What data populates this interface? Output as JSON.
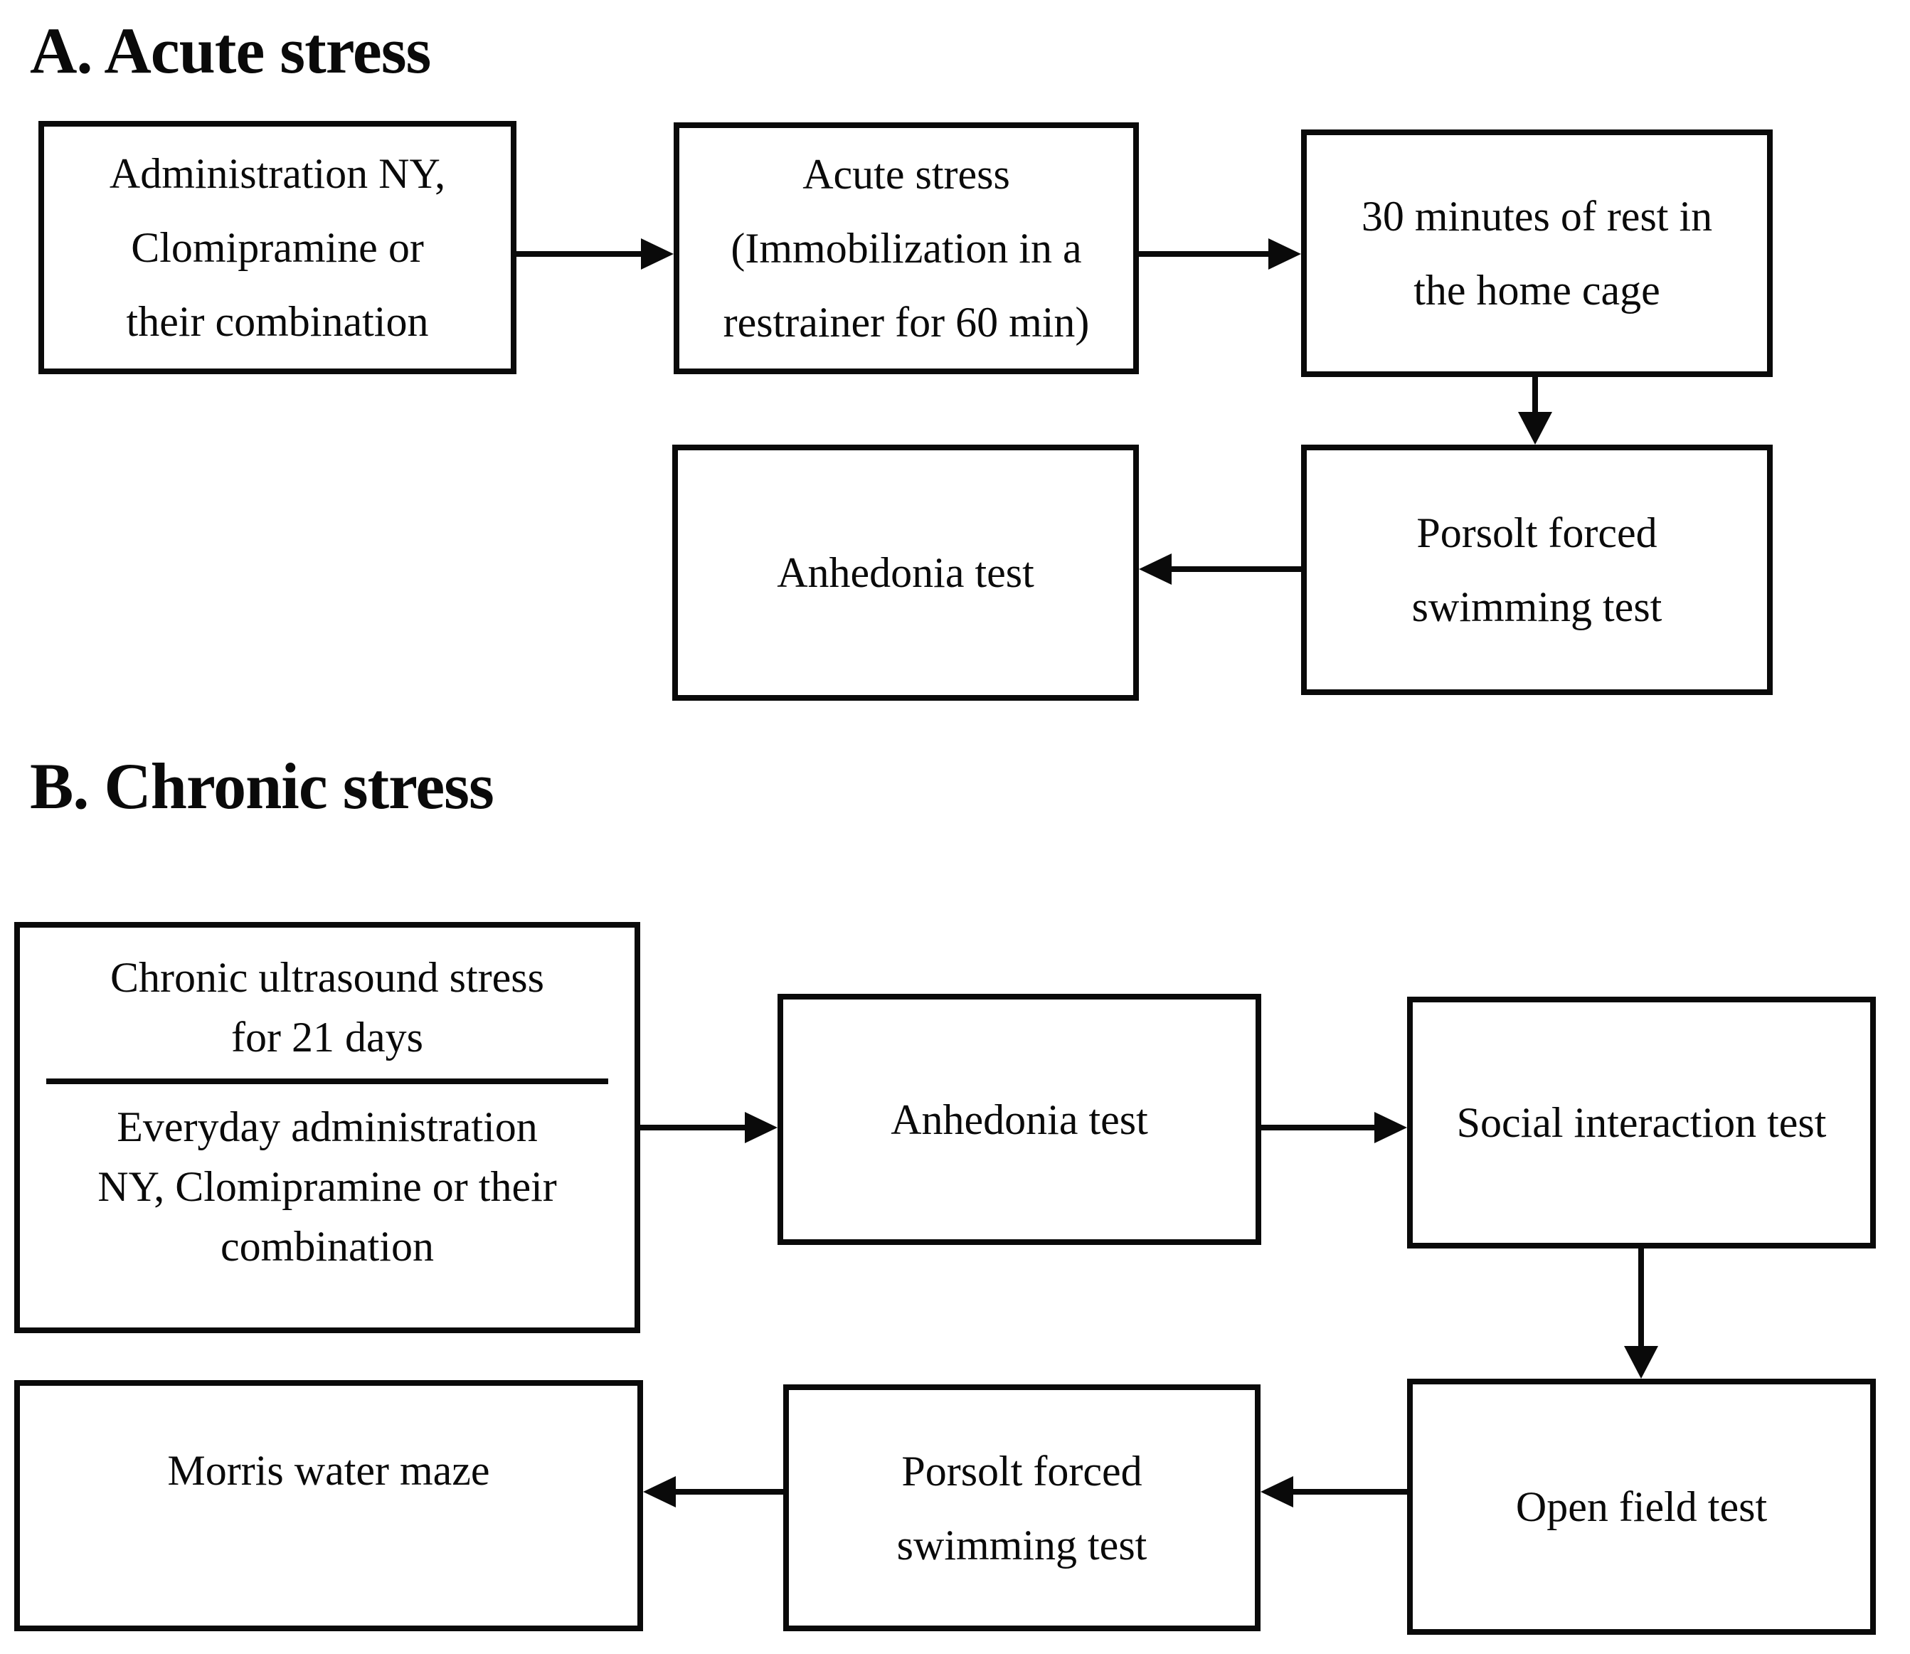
{
  "sections": {
    "acute": {
      "heading": "A. Acute stress",
      "boxes": {
        "administration": {
          "line1": "Administration NY,",
          "line2": "Clomipramine or",
          "line3": "their combination"
        },
        "acute_stress": {
          "line1": "Acute stress",
          "line2": "(Immobilization in a",
          "line3": "restrainer for 60 min)"
        },
        "rest": {
          "line1": "30 minutes of rest in",
          "line2": "the home cage"
        },
        "porsolt": {
          "line1": "Porsolt forced",
          "line2": "swimming test"
        },
        "anhedonia": {
          "line1": "Anhedonia test"
        }
      },
      "edges": [
        "Administration NY, Clomipramine or their combination -> Acute stress (Immobilization in a restrainer for 60 min)",
        "Acute stress (Immobilization in a restrainer for 60 min) -> 30 minutes of rest in the home cage",
        "30 minutes of rest in the home cage -> Porsolt forced swimming test",
        "Porsolt forced swimming test -> Anhedonia test"
      ]
    },
    "chronic": {
      "heading": "B. Chronic stress",
      "boxes": {
        "chronic_stress": {
          "line1": "Chronic ultrasound stress",
          "line2": "for 21 days",
          "line3": "Everyday administration",
          "line4": "NY, Clomipramine or their",
          "line5": "combination"
        },
        "anhedonia": {
          "line1": "Anhedonia test"
        },
        "social": {
          "line1": "Social interaction test"
        },
        "open_field": {
          "line1": "Open field test"
        },
        "porsolt": {
          "line1": "Porsolt forced",
          "line2": "swimming test"
        },
        "morris": {
          "line1": "Morris water maze"
        }
      },
      "edges": [
        "Chronic ultrasound stress for 21 days / Everyday administration NY, Clomipramine or their combination -> Anhedonia test",
        "Anhedonia test -> Social interaction test",
        "Social interaction test -> Open field test",
        "Open field test -> Porsolt forced swimming test",
        "Porsolt forced swimming test -> Morris water maze"
      ]
    }
  },
  "colors": {
    "line": "#0a0a0a",
    "background": "#ffffff"
  }
}
